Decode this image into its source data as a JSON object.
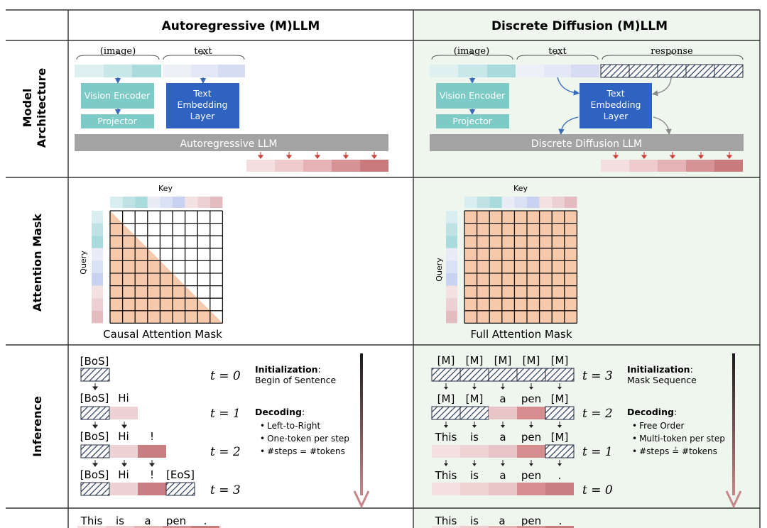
{
  "headers": {
    "autoregressive": "Autoregressive (M)LLM",
    "diffusion": "Discrete Diffusion (M)LLM"
  },
  "row_labels": {
    "architecture_line1": "Model",
    "architecture_line2": "Architecture",
    "attention": "Attention Mask",
    "inference": "Inference"
  },
  "architecture": {
    "image_label": "(image)",
    "text_label": "text",
    "response_label": "response",
    "vision_encoder": "Vision Encoder",
    "projector": "Projector",
    "text_embedding_line1": "Text",
    "text_embedding_line2": "Embedding",
    "text_embedding_line3": "Layer",
    "ar_llm": "Autoregressive LLM",
    "diff_llm": "Discrete Diffusion LLM"
  },
  "attention": {
    "key_label": "Key",
    "query_label": "Query",
    "causal_caption": "Causal Attention Mask",
    "full_caption": "Full Attention Mask"
  },
  "inference_ar": {
    "init_title": "Initialization",
    "init_desc": "Begin of Sentence",
    "dec_title": "Decoding",
    "bullets": [
      "Left-to-Right",
      "One-token per step",
      "#steps = #tokens"
    ],
    "steps": [
      {
        "t": "t = 0",
        "tokens": [
          "[BoS]"
        ]
      },
      {
        "t": "t = 1",
        "tokens": [
          "[BoS]",
          "Hi"
        ]
      },
      {
        "t": "t = 2",
        "tokens": [
          "[BoS]",
          "Hi",
          "!"
        ]
      },
      {
        "t": "t = 3",
        "tokens": [
          "[BoS]",
          "Hi",
          "!",
          "[EoS]"
        ]
      }
    ]
  },
  "inference_diff": {
    "init_title": "Initialization",
    "init_desc": "Mask Sequence",
    "dec_title": "Decoding",
    "bullets": [
      "Free Order",
      "Multi-token per step",
      "#steps ≟ #tokens"
    ],
    "steps": [
      {
        "t": "t = 3",
        "tokens": [
          "[M]",
          "[M]",
          "[M]",
          "[M]",
          "[M]"
        ]
      },
      {
        "t": "t = 2",
        "tokens": [
          "[M]",
          "[M]",
          "a",
          "pen",
          "[M]"
        ]
      },
      {
        "t": "t = 1",
        "tokens": [
          "This",
          "is",
          "a",
          "pen",
          "[M]"
        ]
      },
      {
        "t": "t = 0",
        "tokens": [
          "This",
          "is",
          "a",
          "pen",
          "."
        ]
      }
    ]
  },
  "output_tokens": [
    "This",
    "is",
    "a",
    "pen",
    "."
  ],
  "colors": {
    "right_panel_bg": "#eef6ee",
    "teal_box": "#7ccbc6",
    "blue_box": "#2f63c2",
    "llm_bar": "#a3a3a3",
    "mask_cell": "#f6c9ac",
    "arrow_red": "#c8453c",
    "timeline": "#b4676e"
  }
}
